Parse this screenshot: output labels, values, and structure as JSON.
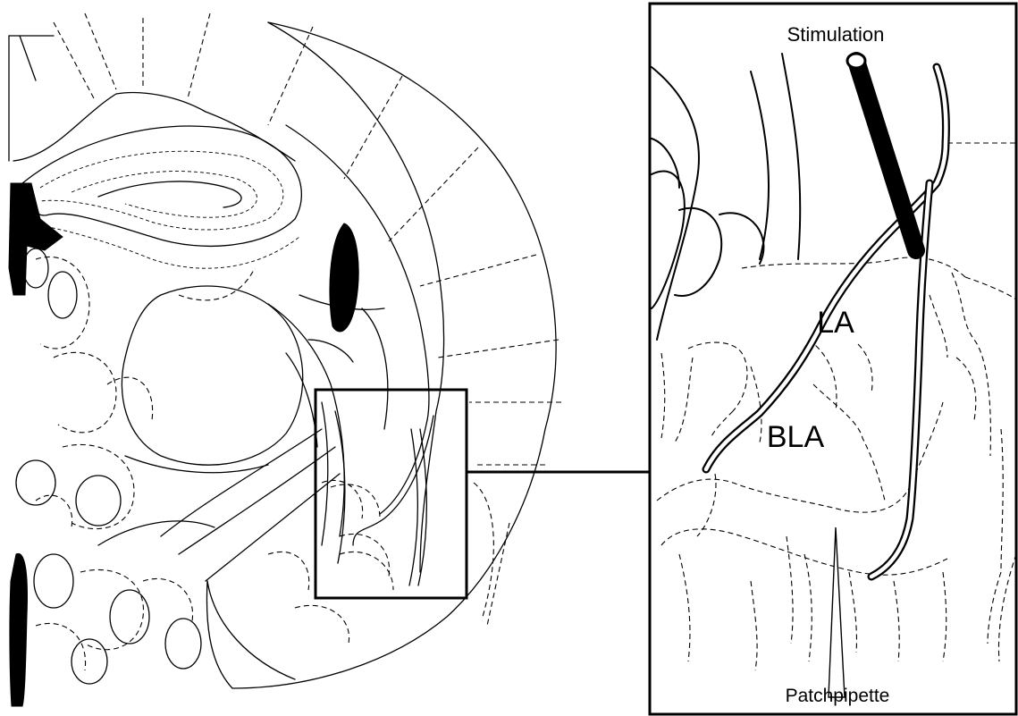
{
  "figure": {
    "labels": {
      "stimulation": "Stimulation",
      "la": "LA",
      "bla": "BLA",
      "patchpipette": "Patchpipette"
    }
  }
}
